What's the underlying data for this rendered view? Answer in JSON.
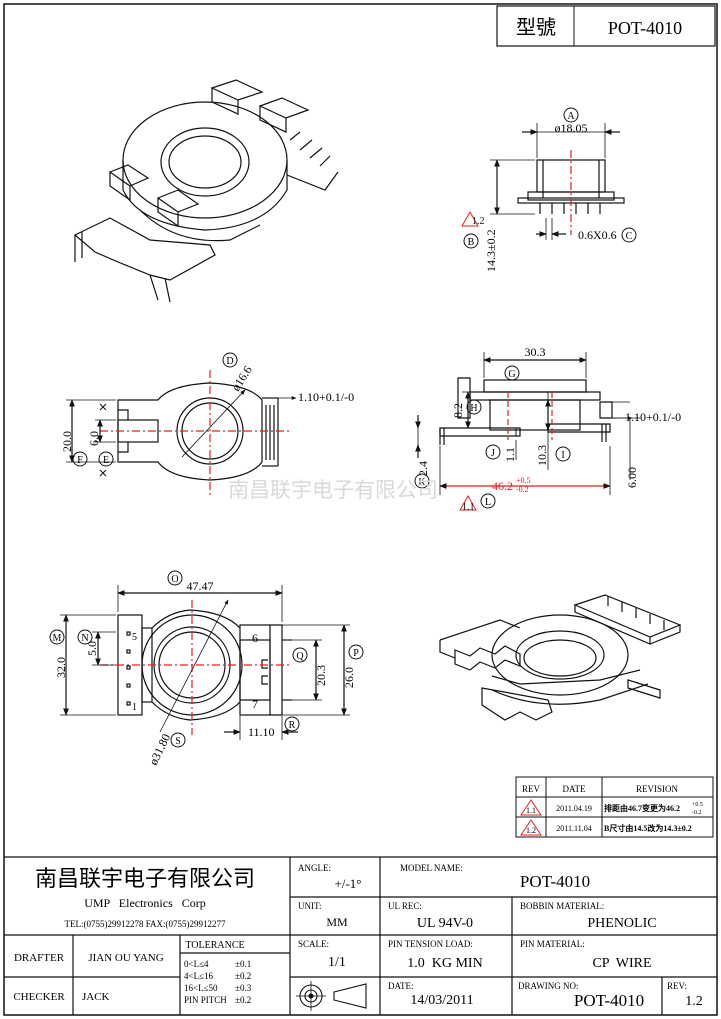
{
  "header": {
    "model_label": "型號",
    "model_value": "POT-4010"
  },
  "view_top": {
    "dim_a": "ø18.05",
    "tag_a": "A",
    "dim_b": "14.3±0.2",
    "tag_b": "B",
    "pin": "0.6X0.6",
    "tag_c": "C",
    "rev_mark": "1.2"
  },
  "view_left": {
    "dia": "ø16.6",
    "tag_d": "D",
    "h20": "20.0",
    "h6": "6.0",
    "tag_e": "E",
    "tag_f": "F",
    "pin_tol": "1.10+0.1/-0"
  },
  "view_side": {
    "w30": "30.3",
    "tag_g": "G",
    "h82": "8.2",
    "tag_h": "H",
    "h11": "1.1",
    "tag_j": "J",
    "h103": "10.3",
    "tag_i": "I",
    "h24": "2.4",
    "tag_k": "K",
    "w462": "46.2",
    "w462_plus": "+0.5",
    "w462_minus": "-0.2",
    "tag_l": "L",
    "rev_mark": "1.1",
    "pin_tol": "1.10+0.1/-0",
    "h600": "6.00"
  },
  "view_bottom": {
    "w4747": "47.47",
    "tag_o": "O",
    "h32": "32.0",
    "tag_m": "M",
    "h50": "5.0",
    "tag_n": "N",
    "dia": "ø31.80",
    "tag_s": "S",
    "h203": "20.3",
    "tag_q": "Q",
    "h26": "26.0",
    "tag_p": "P",
    "w111": "11.10",
    "tag_r": "R",
    "pins": [
      "5",
      "1",
      "6",
      "7"
    ]
  },
  "watermark": "南昌联宇电子有限公司",
  "revision_table": {
    "headers": [
      "REV",
      "DATE",
      "REVISION"
    ],
    "rows": [
      {
        "rev": "1.1",
        "date": "2011.04.19",
        "text": "排距由46.7变更为46.2",
        "sup": "+0.5",
        "sub": "-0.2"
      },
      {
        "rev": "1.2",
        "date": "2011.11.04",
        "text": "B尺寸由14.5改为14.3±0.2",
        "sup": "",
        "sub": ""
      }
    ]
  },
  "title_block": {
    "company_cn": "南昌联宇电子有限公司",
    "company_en": "UMP   Electronics   Corp",
    "contact": "TEL:(0755)29912278 FAX:(0755)29912277",
    "angle_label": "ANGLE:",
    "angle_value": "+/-1°",
    "model_label": "MODEL NAME:",
    "model_value": "POT-4010",
    "unit_label": "UNIT:",
    "unit_value": "MM",
    "ulrec_label": "UL REC:",
    "ulrec_value": "UL 94V-0",
    "bobbin_label": "BOBBIN MATERIAL:",
    "bobbin_value": "PHENOLIC",
    "scale_label": "SCALE:",
    "scale_value": "1/1",
    "tension_label": "PIN TENSION LOAD:",
    "tension_value": "1.0  KG MIN",
    "pinmat_label": "PIN MATERIAL:",
    "pinmat_value": "CP  WIRE",
    "drafter_label": "DRAFTER",
    "drafter_value": "JIAN OU YANG",
    "checker_label": "CHECKER",
    "checker_value": "JACK",
    "tolerance_label": "TOLERANCE",
    "tolerances": [
      {
        "range": "0<L≤4",
        "tol": "±0.1"
      },
      {
        "range": "4<L≤16",
        "tol": "±0.2"
      },
      {
        "range": "16<L≤50",
        "tol": "±0.3"
      },
      {
        "range": "PIN PITCH",
        "tol": "±0.2"
      }
    ],
    "date_label": "DATE:",
    "date_value": "14/03/2011",
    "drawing_label": "DRAWING NO:",
    "drawing_value": "POT-4010",
    "rev_label": "REV:",
    "rev_value": "1.2"
  }
}
